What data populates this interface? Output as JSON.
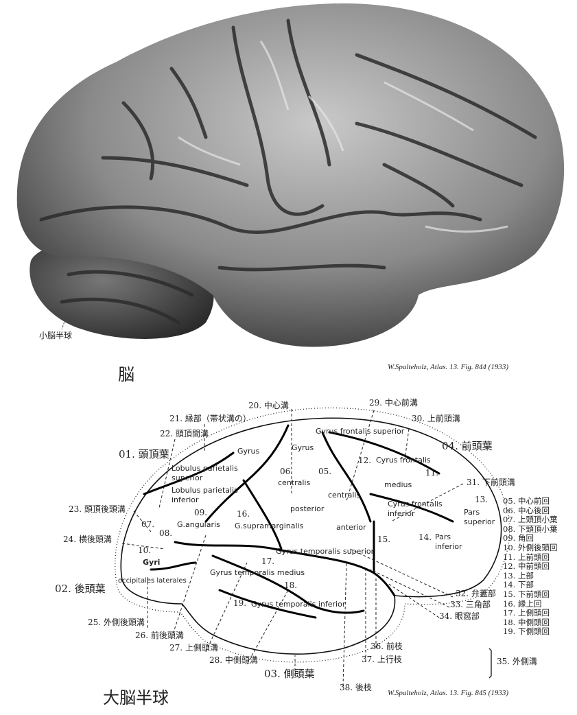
{
  "photo": {
    "cerebellum_label": "小脳半球",
    "title": "脳",
    "credit": "W.Spalteholz, Atlas. 13. Fig. 844 (1933)"
  },
  "diagram": {
    "title": "大脳半球",
    "credit": "W.Spalteholz, Atlas. 13. Fig. 845 (1933)",
    "lobes": {
      "parietal": "01. 頭頂葉",
      "occipital": "02. 後頭葉",
      "temporal": "03. 側頭葉",
      "frontal": "04. 前頭葉"
    },
    "sulci": {
      "s20": "20. 中心溝",
      "s21": "21. 縁部（帯状溝の）",
      "s22": "22. 頭頂間溝",
      "s23": "23. 頭頂後頭溝",
      "s24": "24. 横後頭溝",
      "s25": "25. 外側後頭溝",
      "s26": "26. 前後頭溝",
      "s27": "27. 上側頭溝",
      "s28": "28. 中側頭溝",
      "s29": "29. 中心前溝",
      "s30": "30. 上前頭溝",
      "s31": "31. 下前頭溝",
      "s32": "32. 弁蓋部",
      "s33": "33. 三角部",
      "s34": "34. 眼窩部",
      "s35": "35. 外側溝",
      "s36": "36. 前枝",
      "s37": "37. 上行枝",
      "s38": "38. 後枝"
    },
    "numbers": {
      "n05": "05.",
      "n06": "06.",
      "n07": "07.",
      "n08": "08.",
      "n09": "09.",
      "n10": "10.",
      "n11": "11.",
      "n12": "12.",
      "n13": "13.",
      "n14": "14.",
      "n15": "15.",
      "n16": "16.",
      "n17": "17.",
      "n18": "18.",
      "n19": "19."
    },
    "latin": {
      "gfs": "Gyrus frontalis superior",
      "gfm": "Cyrus frontalis",
      "medius": "medius",
      "gyrus1": "Gyrus",
      "gyrus2": "Gyrus",
      "centralis1": "centralis",
      "centralis2": "centralis",
      "posterior": "posterior",
      "anterior": "anterior",
      "gfi": "Cyrus frontalis inferior",
      "pars_sup": "Pars superior",
      "pars_inf": "Pars inferior",
      "lob_ps": "Lobulus parietalis superior",
      "lob_pi": "Lobulus parietalis inferior",
      "angularis": "G.angularis",
      "supramarg": "G.supramarginalis",
      "gts": "Gyrus temporalis superior",
      "gtm": "Gyrus temporalis medius",
      "gti": "Gyrus temporalis inferior",
      "gyri": "Gyri",
      "occ_lat": "occipitales laterales"
    },
    "legend": [
      "05. 中心前回",
      "06. 中心後回",
      "07. 上頭頂小葉",
      "08. 下頭頂小葉",
      "09. 角回",
      "10. 外側後頭回",
      "11. 上前頭回",
      "12. 中前頭回",
      "13. 上部",
      "14. 下部",
      "15. 下前頭回",
      "16. 縁上回",
      "17. 上側頭回",
      "18. 中側頭回",
      "19. 下側頭回"
    ]
  }
}
